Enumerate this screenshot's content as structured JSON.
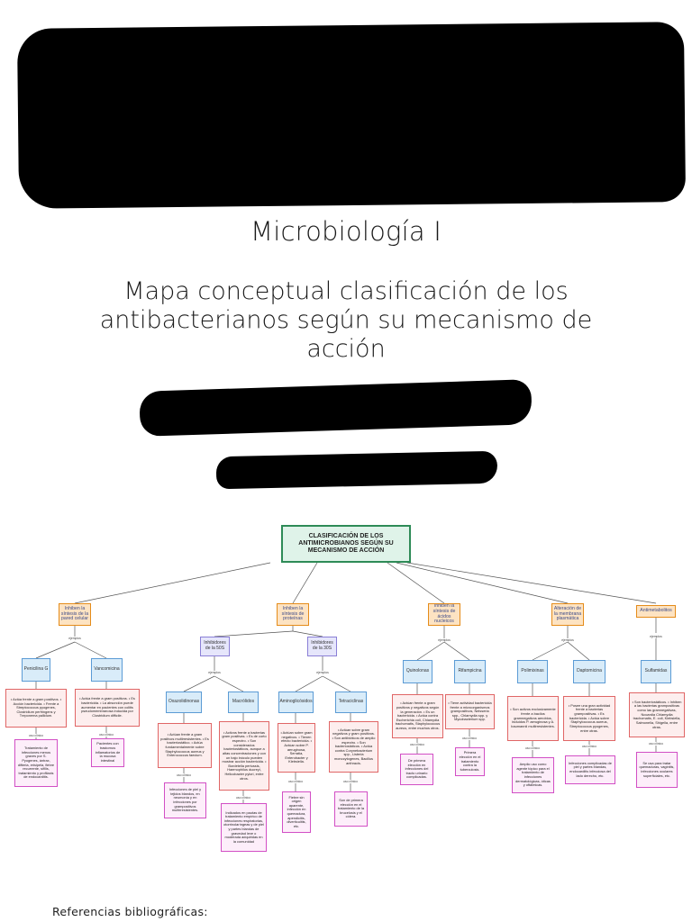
{
  "header": {
    "subject": "Microbiología I",
    "title": "Mapa conceptual clasificación de los antibacterianos según su mecanismo de acción"
  },
  "concept_map": {
    "root": "CLASIFICACIÓN DE LOS ANTIMICROBIANOS SEGÚN SU MECANISMO DE ACCIÓN",
    "link_examples": "ejemplos",
    "link_clinical_use": "uso clínico",
    "categories": [
      {
        "label": "Inhiben la síntesis de la pared celular"
      },
      {
        "label": "Inhiben la síntesis de proteínas"
      },
      {
        "label": "Inhiben la síntesis de ácidos nucleicos"
      },
      {
        "label": "Alteración de la membrana plasmática"
      },
      {
        "label": "Antimetabolitos"
      }
    ],
    "subcategories": [
      {
        "label": "Inhibidores de la 50S"
      },
      {
        "label": "Inhibidores de la 30S"
      }
    ],
    "drugs": [
      {
        "name": "Penicilina G",
        "description": "• Actúa frente a gram positivos. • Acción bactericida. • Frente a Streptococcus pyogenes, Clostridium perfringens y Treponema pallidum.",
        "clinical_use": "Tratamiento de infecciones menos graves por S. Pyogenes, ántrax, difteria, erisipela, fiebre recurrente, sífilis, tratamiento y profilaxis de endocarditis."
      },
      {
        "name": "Vancomicina",
        "description": "• Actúa frente a gram positivos. • Es bactericida. • La absorción puede aumentar en pacientes con colitis pseudomembranosa inducida por Clostridium difficile.",
        "clinical_use": "Pacientes con trastornos inflamatorios de la mucosa intestinal"
      },
      {
        "name": "Oxazolidinonas",
        "description": "• Actúan frente a gram positivos multirresistentes. • Es bacteriostático. • Actúa fundamentalmente sobre Staphylococcus aureus y Enterococcus faecium.",
        "clinical_use": "Infecciones de piel y tejidos blandos, en neumonía y en infecciones por grampositivos multirresistentes."
      },
      {
        "name": "Macrólidos",
        "description": "• Activos frente a bacterias gram positivas. • Es de corto espectro. • Son considerados bacteriostáticos, aunque a altas concentraciones y con un bajo inóculo pueden mostrar acción bactericida. • Bordetella pertussis, Haemophilus ducreyi, Helicobacter pylori, entre otros.",
        "clinical_use": "Indicados en pautas de tratamiento empírico de infecciones respiratorias, otorrinolaríngeas y de piel y partes blandas de gravedad leve o moderada adquiridas en la comunidad"
      },
      {
        "name": "Aminoglicósidos",
        "description": "• Actúan sobre gram negativos. • Tienen efecto bactericida. • Actúan sobre P. aeruginosa, Serratia, Enterobacter y Klebsiella.",
        "clinical_use": "Fiebre sin origen aparente, infección en quemadura, apendicitis, diverticulitis, etc."
      },
      {
        "name": "Tetraciclinas",
        "description": "• Actúan sobre gram negativos y gram positivos. • Son antibióticos de amplio espectro. • Son bacteriostáticos. • Actúa contra Corynebacterium spp., Listeria monocytogenes, Bacillus anthracis.",
        "clinical_use": "Son de primera elección en el tratamiento de la brucelosis y el cólera."
      },
      {
        "name": "Quinolonas",
        "description": "• Actúan frente a gram positivos y negativos según la generación. • Es un bactericida. • Actúa contra Escherichia coli, Chlamydia trachomatis, Staphylococcus aureus, entre muchos otros.",
        "clinical_use": "De primera elección en infecciones del tracto urinario complicadas."
      },
      {
        "name": "Rifampicina",
        "description": "• Tiene actividad bactericida frente a microorganismos grampositivos, Neisseria spp., Chlamydia spp. y Mycobacterium spp.",
        "clinical_use": "Primera elección en el tratamiento contra la tuberculosis."
      },
      {
        "name": "Polimixinas",
        "description": "• Son activos exclusivamente frente a bacilos gramnegativos aerobios, incluidos P. aeruginosa y A. baumannii multirresistentes.",
        "clinical_use": "Amplio uso como agente tópico para el tratamiento de infecciones dermatológicas, óticas y oftálmicas."
      },
      {
        "name": "Daptomicina",
        "description": "• Posee una gran actividad frente a bacterias grampositivas. • Es bactericida. • Actúa sobre Staphylococcus aureus, Streptococcus pyogenes, entre otras.",
        "clinical_use": "Infecciones complicadas de piel y partes blandas, endocarditis infecciosa del lado derecho, etc."
      },
      {
        "name": "Sulfamidas",
        "description": "• Son bacteriostáticos. • Inhiben a las bacterias grampositivas como las gramnegativas, Nocardia Chlamydia trachomatis, E. coli, Klebsiella, Salmonella, Shigella, entre otras.",
        "clinical_use": "Se usa para tratar quemaduras, vaginitis, infecciones oculares superficiales, etc."
      }
    ]
  },
  "footer": {
    "references_label": "Referencias bibliográficas:"
  }
}
